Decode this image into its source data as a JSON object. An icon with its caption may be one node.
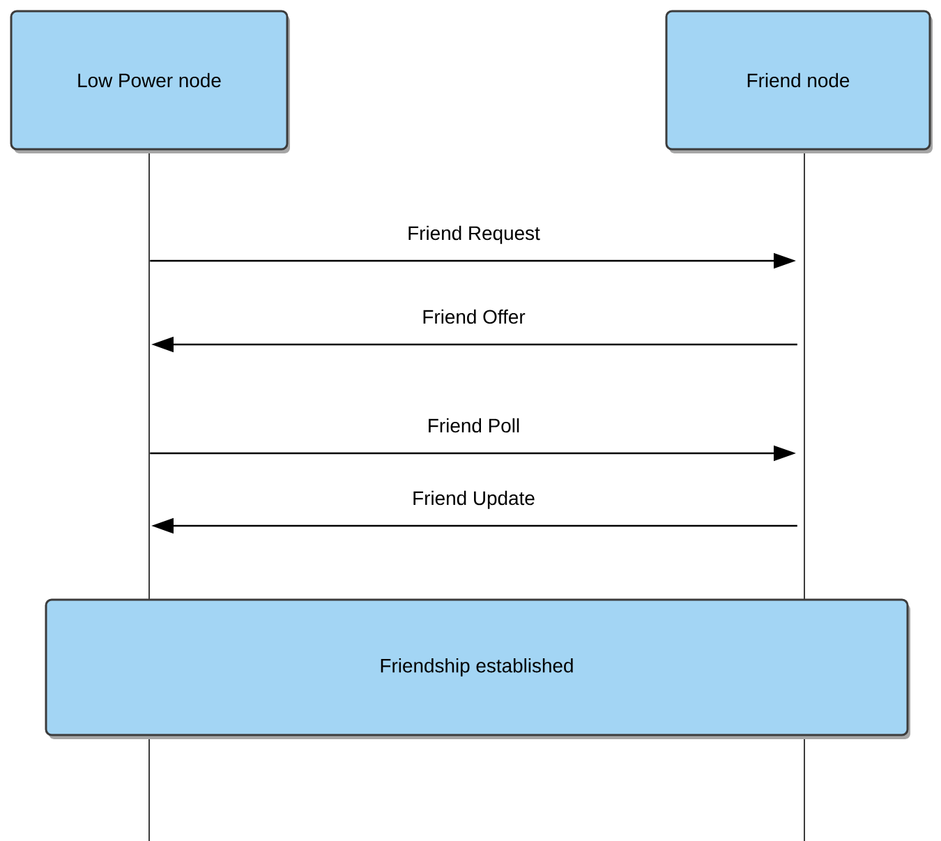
{
  "diagram": {
    "nodes": [
      {
        "text": [
          "Low Power node"
        ]
      },
      {
        "text": [
          "Friend node"
        ]
      },
      {
        "text": [
          "Friendship established"
        ]
      }
    ],
    "edges": [
      {
        "from": 0,
        "to": 1,
        "arrow": "to",
        "label": "Friend Request"
      },
      {
        "from": 1,
        "to": 0,
        "arrow": "to",
        "label": "Friend Offer"
      },
      {
        "from": 0,
        "to": 1,
        "arrow": "to",
        "label": "Friend Poll"
      },
      {
        "from": 1,
        "to": 0,
        "arrow": "to",
        "label": "Friend Update"
      }
    ]
  }
}
